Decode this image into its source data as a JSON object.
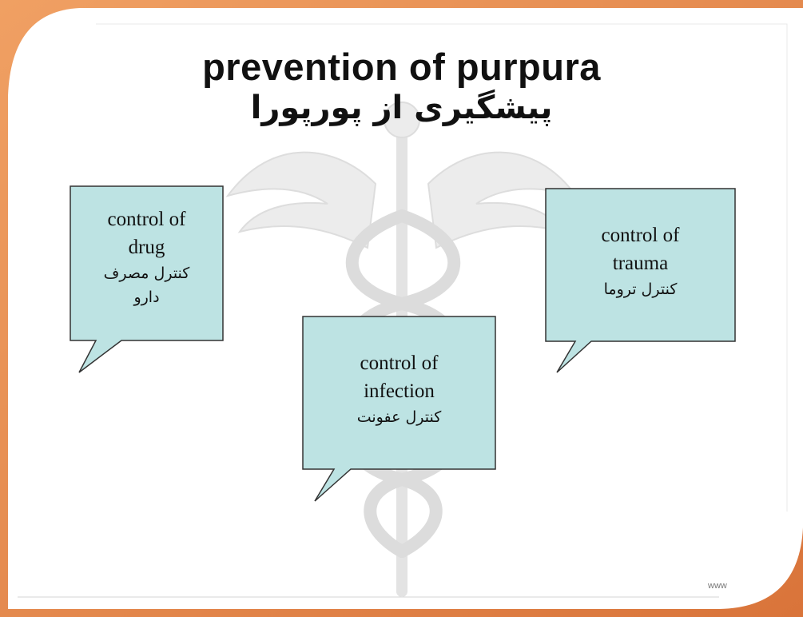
{
  "slide": {
    "title_en": "prevention of purpura",
    "title_fa": "پیشگیری از پورپورا",
    "background_color": "#e9874a",
    "callout_fill": "#bde3e3",
    "watermark_icon": "caduceus-icon",
    "footer_text": "www"
  },
  "callouts": [
    {
      "en_line1": "control of",
      "en_line2": "drug",
      "fa_line1": "کنترل مصرف",
      "fa_line2": "دارو"
    },
    {
      "en_line1": "control of",
      "en_line2": "infection",
      "fa_line1": "کنترل عفونت"
    },
    {
      "en_line1": "control of",
      "en_line2": "trauma",
      "fa_line1": "کنترل تروما"
    }
  ]
}
